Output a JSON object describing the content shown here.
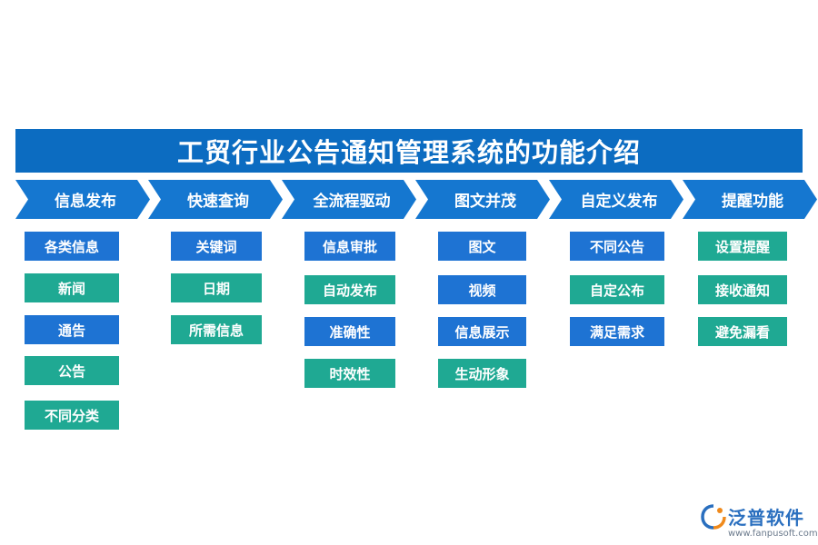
{
  "title": "工贸行业公告通知管理系统的功能介绍",
  "columns": [
    {
      "header": "信息发布",
      "items": [
        "各类信息",
        "新闻",
        "通告",
        "公告",
        "不同分类"
      ]
    },
    {
      "header": "快速查询",
      "items": [
        "关键词",
        "日期",
        "所需信息"
      ]
    },
    {
      "header": "全流程驱动",
      "items": [
        "信息审批",
        "自动发布",
        "准确性",
        "时效性"
      ]
    },
    {
      "header": "图文并茂",
      "items": [
        "图文",
        "视频",
        "信息展示",
        "生动形象"
      ]
    },
    {
      "header": "自定义发布",
      "items": [
        "不同公告",
        "自定公布",
        "满足需求"
      ]
    },
    {
      "header": "提醒功能",
      "items": [
        "设置提醒",
        "接收通知",
        "避免漏看"
      ]
    }
  ],
  "colors": {
    "title_bg": "#0c6cc1",
    "chevron": "#1577d0",
    "blue": "#1e73d3",
    "green": "#1fa993"
  },
  "logo": {
    "name": "泛普软件",
    "url": "www.fanpusoft.com"
  }
}
